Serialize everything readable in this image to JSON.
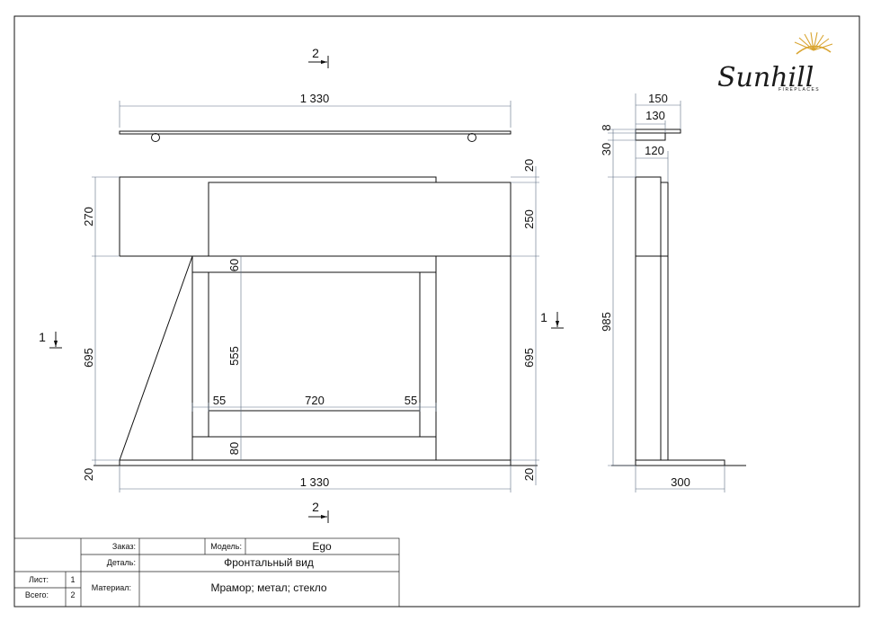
{
  "logo": {
    "brand": "Sunhill",
    "tagline": "FIREPLACES"
  },
  "front_view": {
    "shelf_width": "1 330",
    "top_height": "270",
    "frame_height": "695",
    "right_top_height": "250",
    "right_top_gap": "20",
    "right_frame_height": "695",
    "base_left": "20",
    "base_right": "20",
    "bottom_width": "1 330",
    "opening_top": "60",
    "opening_height": "555",
    "opening_bottom": "80",
    "opening_left": "55",
    "opening_width": "720",
    "opening_right": "55"
  },
  "side_view": {
    "shelf_depth": "150",
    "bracket_depth": "130",
    "shelf_thickness": "8",
    "bracket_height": "30",
    "body_depth": "120",
    "height": "985",
    "base_depth": "300"
  },
  "section_marks": {
    "mark1": "1",
    "mark2": "2"
  },
  "title_block": {
    "order_label": "Заказ:",
    "order_value": "",
    "model_label": "Модель:",
    "model_value": "Ego",
    "detail_label": "Деталь:",
    "detail_value": "Фронтальный вид",
    "sheet_label": "Лист:",
    "sheet_value": "1",
    "total_label": "Всего:",
    "total_value": "2",
    "material_label": "Материал:",
    "material_value": "Мрамор; метал; стекло"
  }
}
